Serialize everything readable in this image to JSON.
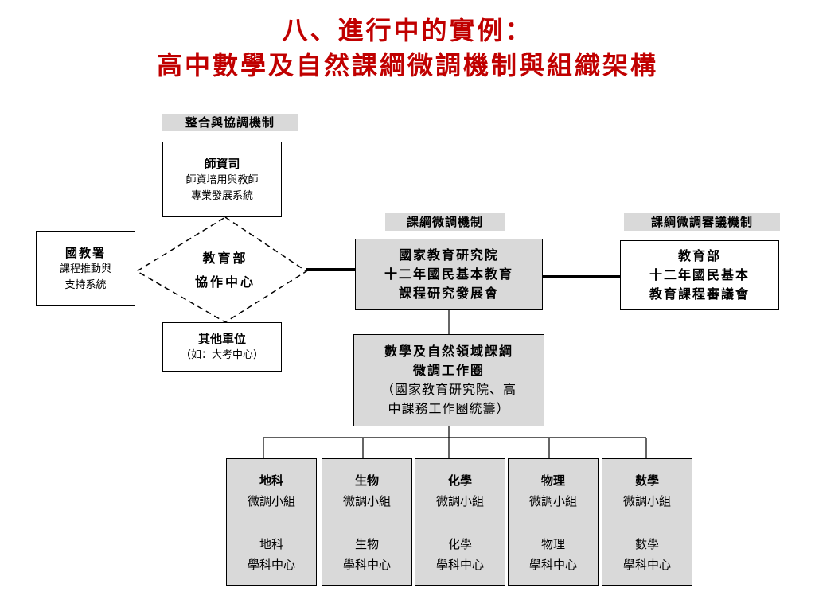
{
  "title": {
    "line1": "八、進行中的實例：",
    "line2": "高中數學及自然課綱微調機制與組織架構"
  },
  "labels": {
    "integration": "整合與協調機制",
    "adjust": "課綱微調機制",
    "review": "課綱微調審議機制"
  },
  "teacher_dept": {
    "name": "師資司",
    "line1": "師資培用與教師",
    "line2": "專業發展系統"
  },
  "k12_agency": {
    "name": "國教署",
    "line1": "課程推動與",
    "line2": "支持系統"
  },
  "coordination_center": {
    "line1": "教育部",
    "line2": "協作中心"
  },
  "other_units": {
    "name": "其他單位",
    "note": "（如：大考中心）"
  },
  "naer": {
    "line1": "國家教育研究院",
    "line2": "十二年國民基本教育",
    "line3": "課程研究發展會"
  },
  "moe_review": {
    "line1": "教育部",
    "line2": "十二年國民基本",
    "line3": "教育課程審議會"
  },
  "workgroup": {
    "line1": "數學及自然領域課綱",
    "line2": "微調工作圈",
    "line3": "（國家教育研究院、高",
    "line4": "中課務工作圈統籌）"
  },
  "subgroups": [
    {
      "subject": "地科",
      "group": "微調小組",
      "center_subject": "地科",
      "center": "學科中心"
    },
    {
      "subject": "生物",
      "group": "微調小組",
      "center_subject": "生物",
      "center": "學科中心"
    },
    {
      "subject": "化學",
      "group": "微調小組",
      "center_subject": "化學",
      "center": "學科中心"
    },
    {
      "subject": "物理",
      "group": "微調小組",
      "center_subject": "物理",
      "center": "學科中心"
    },
    {
      "subject": "數學",
      "group": "微調小組",
      "center_subject": "數學",
      "center": "學科中心"
    }
  ]
}
